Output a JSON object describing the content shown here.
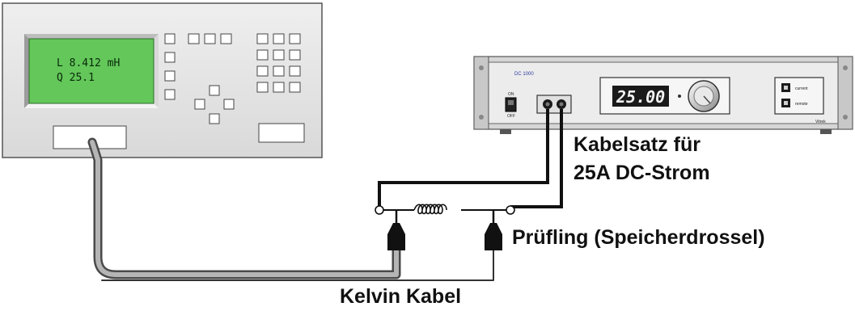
{
  "meter": {
    "lcd_line1": "L  8.412 mH",
    "lcd_line2": "Q  25.1"
  },
  "dc_source": {
    "model": "DC 1000",
    "display_value": "25.00",
    "switch_on": "ON",
    "switch_off": "OFF",
    "button1": "current",
    "button2": "remote",
    "brand": "Vitrek"
  },
  "labels": {
    "cable_set_line1": "Kabelsatz für",
    "cable_set_line2": "25A DC-Strom",
    "dut": "Prüfling (Speicherdrossel)",
    "kelvin": "Kelvin Kabel"
  },
  "colors": {
    "lcd_green": "#63c75a",
    "device_body": "#e6e6e6",
    "display_dark": "#1a1a1a"
  }
}
